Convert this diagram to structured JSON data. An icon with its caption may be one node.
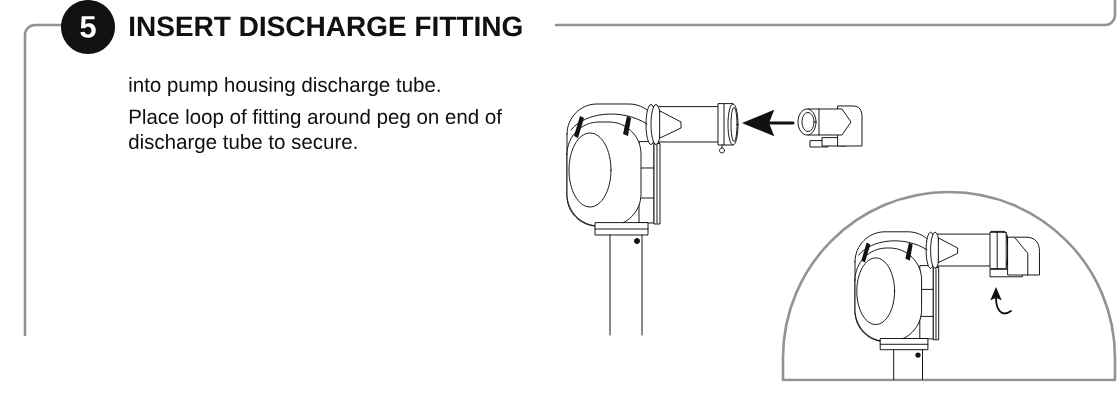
{
  "diagram": {
    "title": "INSERT DISCHARGE FITTING",
    "nodes": [
      {
        "text": [
          "5"
        ]
      }
    ],
    "labels": [
      "into pump housing discharge tube.",
      "Place loop of fitting around peg on end of discharge tube to secure."
    ]
  }
}
